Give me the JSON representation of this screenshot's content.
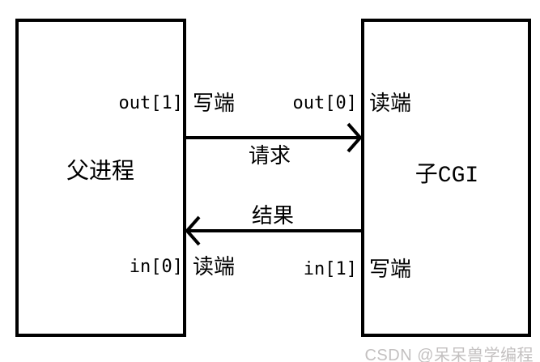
{
  "diagram": {
    "parent_box": {
      "title": "父进程"
    },
    "child_box": {
      "title": "子CGI"
    },
    "endpoints": [
      {
        "fd": "out[1]",
        "role": "写端",
        "owner": "parent"
      },
      {
        "fd": "out[0]",
        "role": "读端",
        "owner": "child"
      },
      {
        "fd": "in[0]",
        "role": "读端",
        "owner": "parent"
      },
      {
        "fd": "in[1]",
        "role": "写端",
        "owner": "child"
      }
    ],
    "arrows": {
      "request": {
        "label": "请求",
        "direction": "left-to-right"
      },
      "result": {
        "label": "结果",
        "direction": "right-to-left"
      }
    },
    "colors": {
      "line": "#000000",
      "background": "#ffffff",
      "watermark": "#c3c0c0"
    }
  },
  "watermark": {
    "text": "CSDN @呆呆兽学编程"
  }
}
